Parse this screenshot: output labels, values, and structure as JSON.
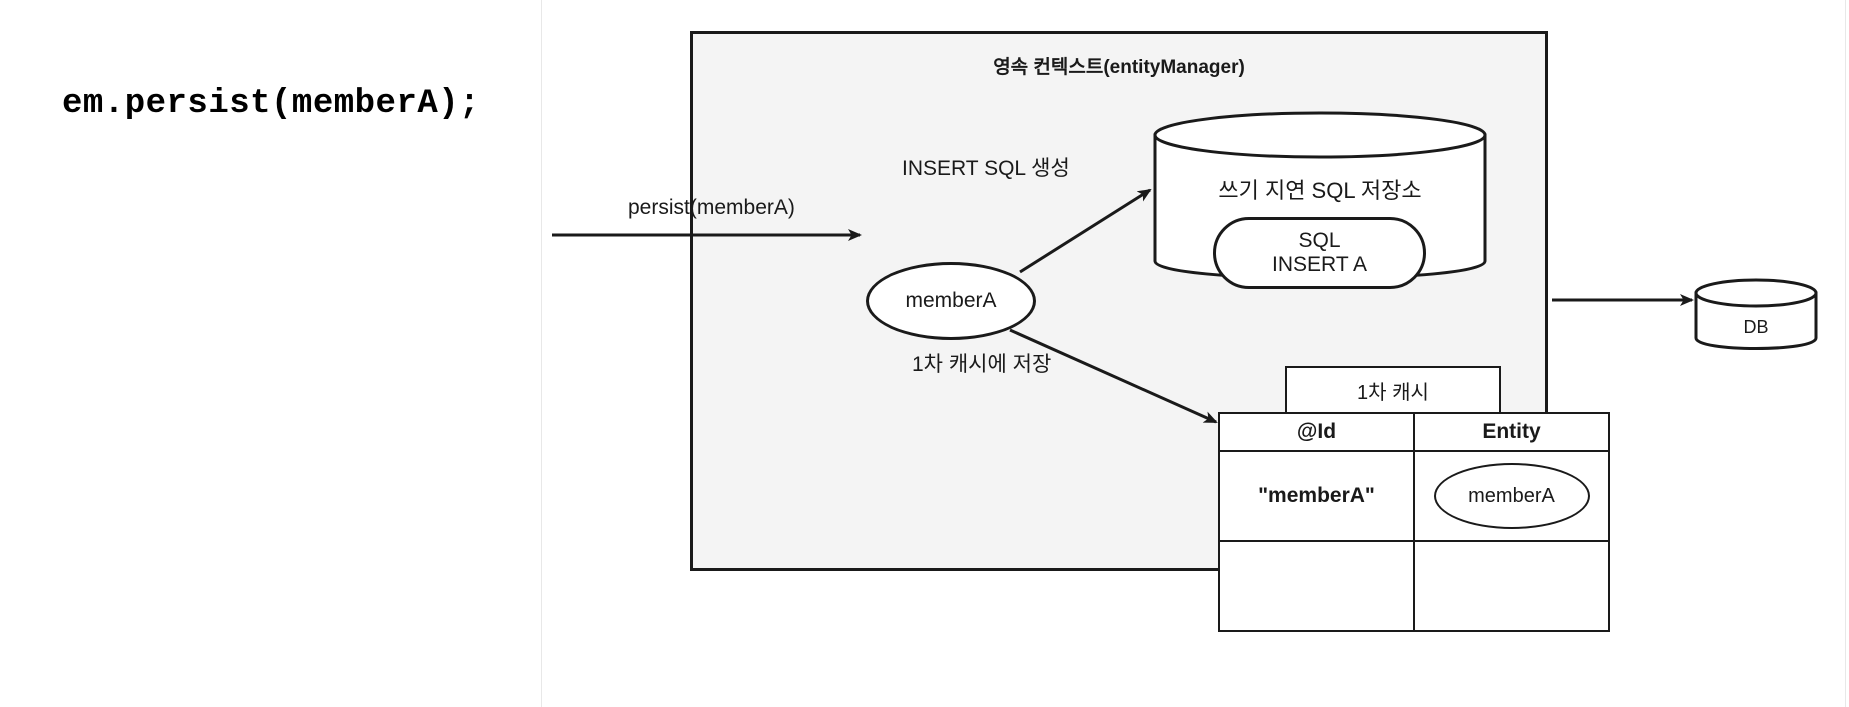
{
  "code_caption": "em.persist(memberA);",
  "context": {
    "title": "영속 컨텍스트(entityManager)",
    "background_color": "#f4f4f4",
    "border_color": "#1a1a1a"
  },
  "labels": {
    "persist_call": "persist(memberA)",
    "insert_sql_generate": "INSERT SQL 생성",
    "store_in_first_cache": "1차 캐시에 저장"
  },
  "entity_node": {
    "label": "memberA"
  },
  "deferred_store": {
    "title": "쓰기 지연 SQL 저장소",
    "pill_line_1": "SQL",
    "pill_line_2": "INSERT A"
  },
  "first_cache": {
    "tab_label": "1차 캐시",
    "columns": [
      "@Id",
      "Entity"
    ],
    "rows": [
      {
        "id": "\"memberA\"",
        "entity": "memberA"
      },
      {
        "id": "",
        "entity": ""
      }
    ]
  },
  "database": {
    "label": "DB"
  }
}
